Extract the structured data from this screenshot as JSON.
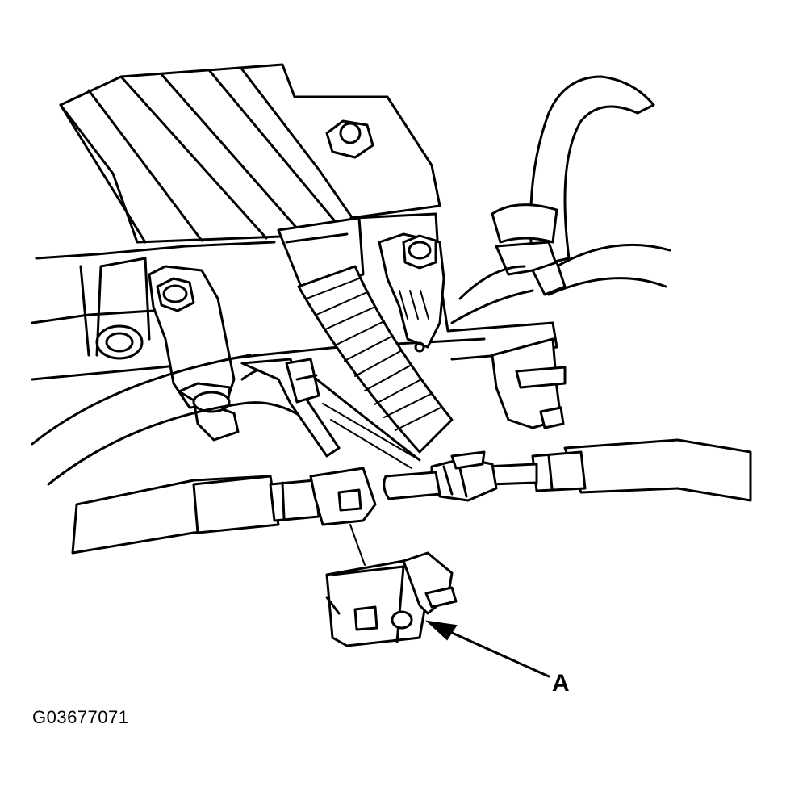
{
  "figure": {
    "id_text": "G03677071",
    "callouts": [
      {
        "label": "A",
        "target": "cable-end-bracket"
      }
    ]
  },
  "colors": {
    "line": "#000000",
    "background": "#ffffff"
  }
}
